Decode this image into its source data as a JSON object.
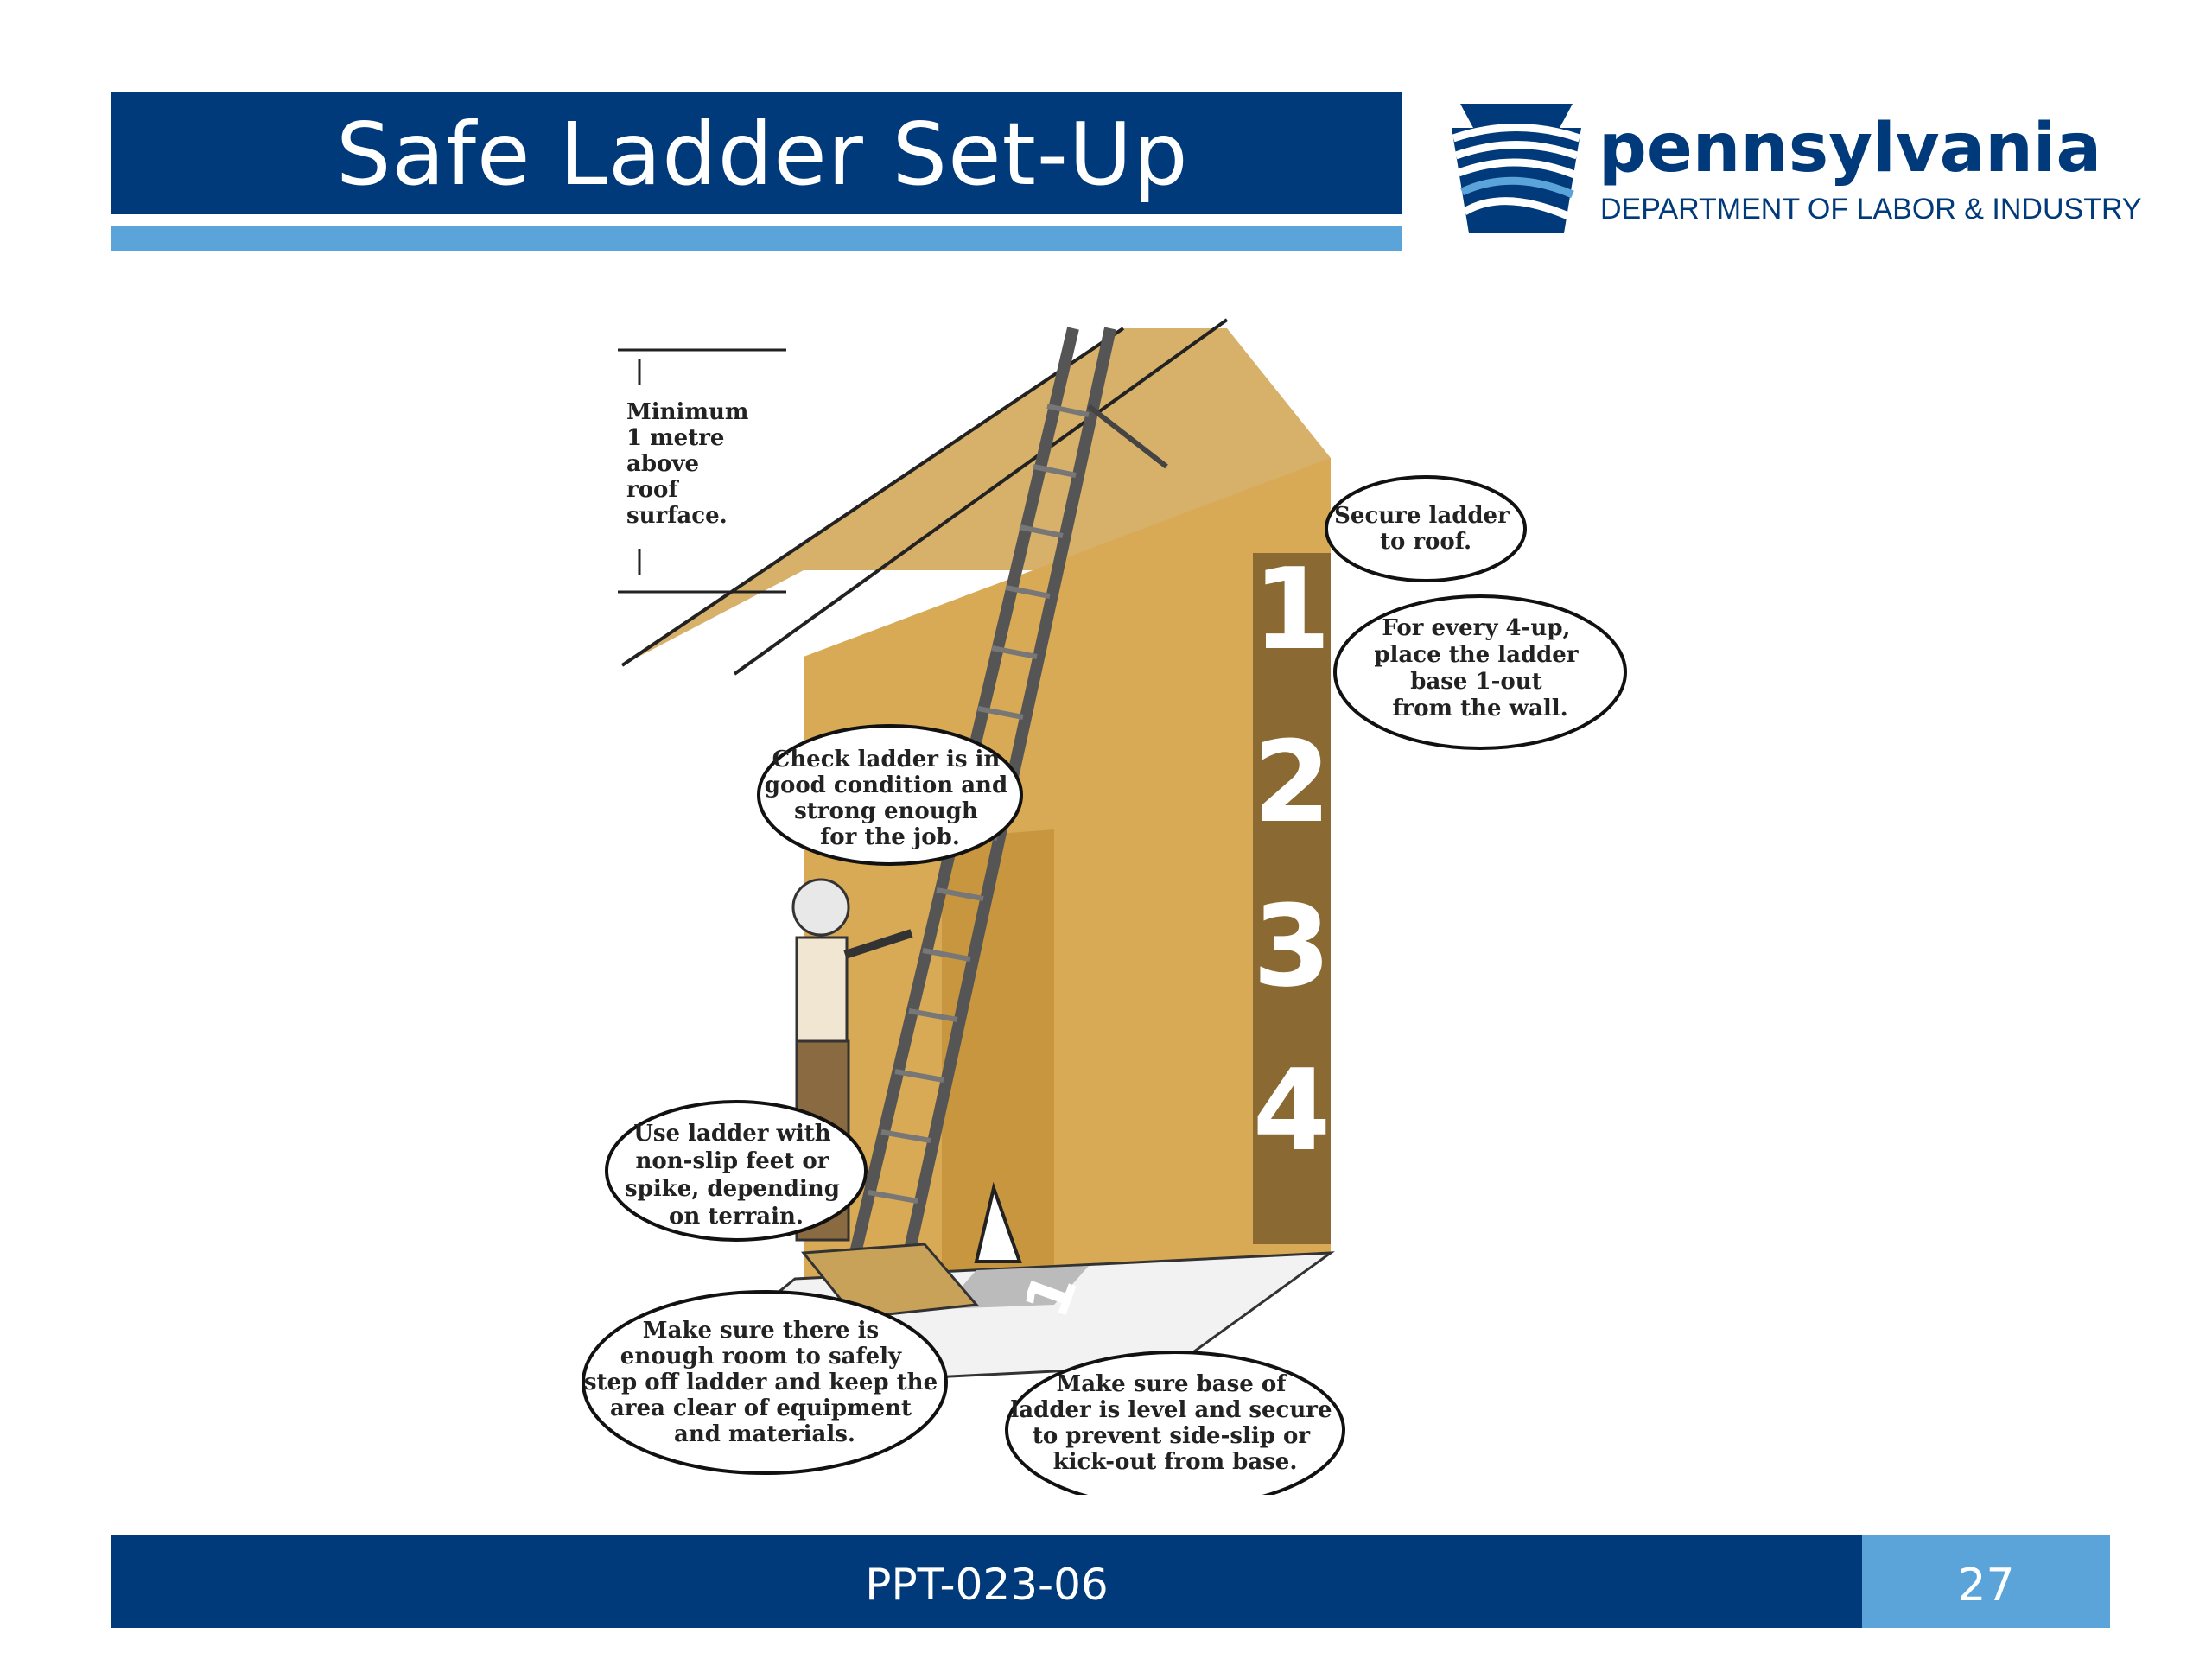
{
  "title": "Safe Ladder Set-Up",
  "logo": {
    "wordmark": "pennsylvania",
    "department": "DEPARTMENT OF LABOR & INDUSTRY"
  },
  "figure": {
    "height_label": [
      "Minimum",
      "1 metre",
      "above",
      "roof",
      "surface."
    ],
    "wall_numbers": [
      "1",
      "2",
      "3",
      "4"
    ],
    "ground_number": "1",
    "callouts": {
      "secure": [
        "Secure ladder",
        "to roof."
      ],
      "ratio": [
        "For every 4-up,",
        "place the ladder",
        "base 1-out",
        "from the wall."
      ],
      "check": [
        "Check ladder is in",
        "good condition and",
        "strong enough",
        "for the job."
      ],
      "feet": [
        "Use ladder with",
        "non-slip feet or",
        "spike, depending",
        "on terrain."
      ],
      "room": [
        "Make sure there is",
        "enough room to safely",
        "step off ladder and keep the",
        "area clear of equipment",
        "and materials."
      ],
      "base": [
        "Make sure base of",
        "ladder is level and secure",
        "to prevent side-slip or",
        "kick-out from base."
      ]
    }
  },
  "footer": {
    "code": "PPT-023-06",
    "page": "27"
  }
}
